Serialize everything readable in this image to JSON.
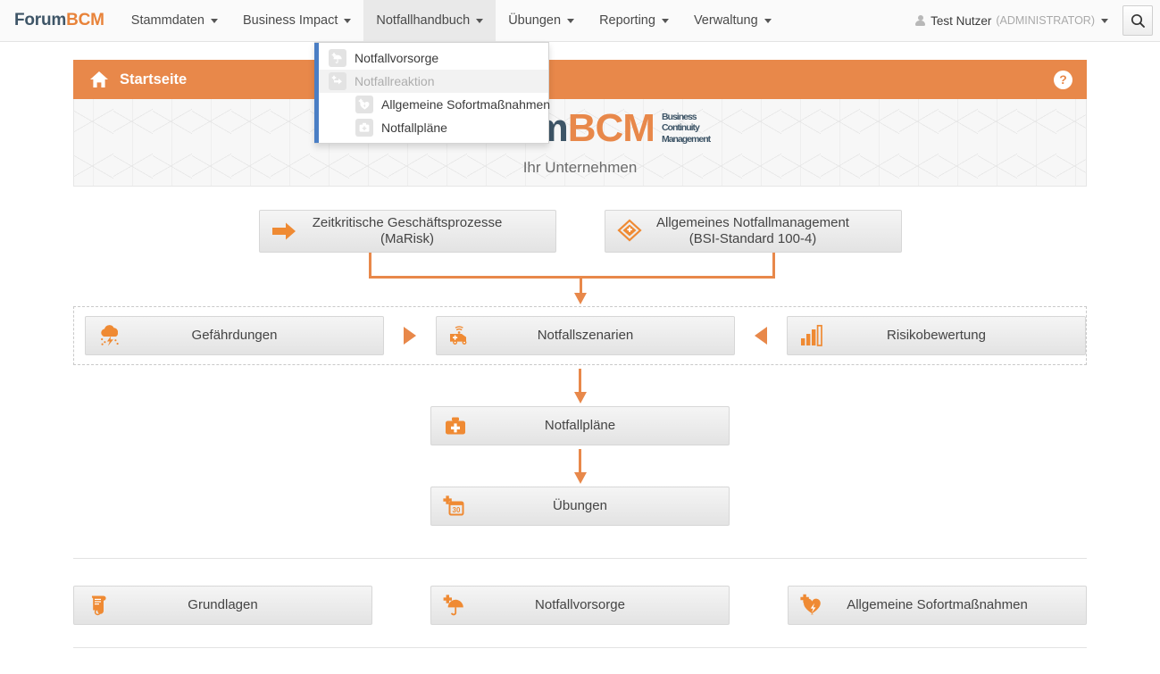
{
  "navbar": {
    "brand_part1": "Forum",
    "brand_part2": "BCM",
    "items": [
      {
        "label": "Stammdaten",
        "active": false
      },
      {
        "label": "Business Impact",
        "active": false
      },
      {
        "label": "Notfallhandbuch",
        "active": true
      },
      {
        "label": "Übungen",
        "active": false
      },
      {
        "label": "Reporting",
        "active": false
      },
      {
        "label": "Verwaltung",
        "active": false
      }
    ],
    "user_name": "Test Nutzer",
    "user_role": "(ADMINISTRATOR)",
    "search_icon": "search-icon"
  },
  "dropdown": {
    "accent_color": "#4a7ec4",
    "items": [
      {
        "label": "Notfallvorsorge",
        "icon": "umbrella-plus-icon",
        "type": "item"
      },
      {
        "label": "Notfallreaktion",
        "icon": "arrow-plus-icon",
        "type": "header"
      },
      {
        "label": "Allgemeine Sofortmaßnahmen",
        "icon": "heart-bolt-icon",
        "type": "sub"
      },
      {
        "label": "Notfallpläne",
        "icon": "first-aid-icon",
        "type": "sub"
      }
    ]
  },
  "page_header": {
    "title": "Startseite",
    "home_icon": "home-icon",
    "help_label": "?",
    "bar_color": "#e8884a"
  },
  "banner": {
    "logo_part1": "Forum",
    "logo_part2": "BCM",
    "tagline_line1": "Business",
    "tagline_line2": "Continuity",
    "tagline_line3": "Management",
    "subtitle": "Ihr Unternehmen"
  },
  "flow": {
    "top_tiles": [
      {
        "label_line1": "Zeitkritische Geschäftsprozesse",
        "label_line2": "(MaRisk)",
        "icon": "arrow-right-icon"
      },
      {
        "label_line1": "Allgemeines Notfallmanagement",
        "label_line2": "(BSI-Standard 100-4)",
        "icon": "book-diamond-icon"
      }
    ],
    "band_tiles": [
      {
        "label": "Gefährdungen",
        "icon": "storm-cloud-icon"
      },
      {
        "label": "Notfallszenarien",
        "icon": "ambulance-icon"
      },
      {
        "label": "Risikobewertung",
        "icon": "bar-chart-icon"
      }
    ],
    "band_connector_left": "triangle-right-icon",
    "band_connector_right": "triangle-left-icon",
    "mid_tiles": [
      {
        "label": "Notfallpläne",
        "icon": "first-aid-kit-icon"
      },
      {
        "label": "Übungen",
        "icon": "calendar-plus-icon"
      }
    ],
    "bottom_tiles": [
      {
        "label": "Grundlagen",
        "icon": "scroll-icon"
      },
      {
        "label": "Notfallvorsorge",
        "icon": "umbrella-plus-icon"
      },
      {
        "label": "Allgemeine Sofortmaßnahmen",
        "icon": "heart-bolt-icon"
      }
    ]
  },
  "colors": {
    "accent_orange": "#e8884a",
    "brand_blue": "#3e5567",
    "dropdown_blue": "#4a7ec4"
  }
}
